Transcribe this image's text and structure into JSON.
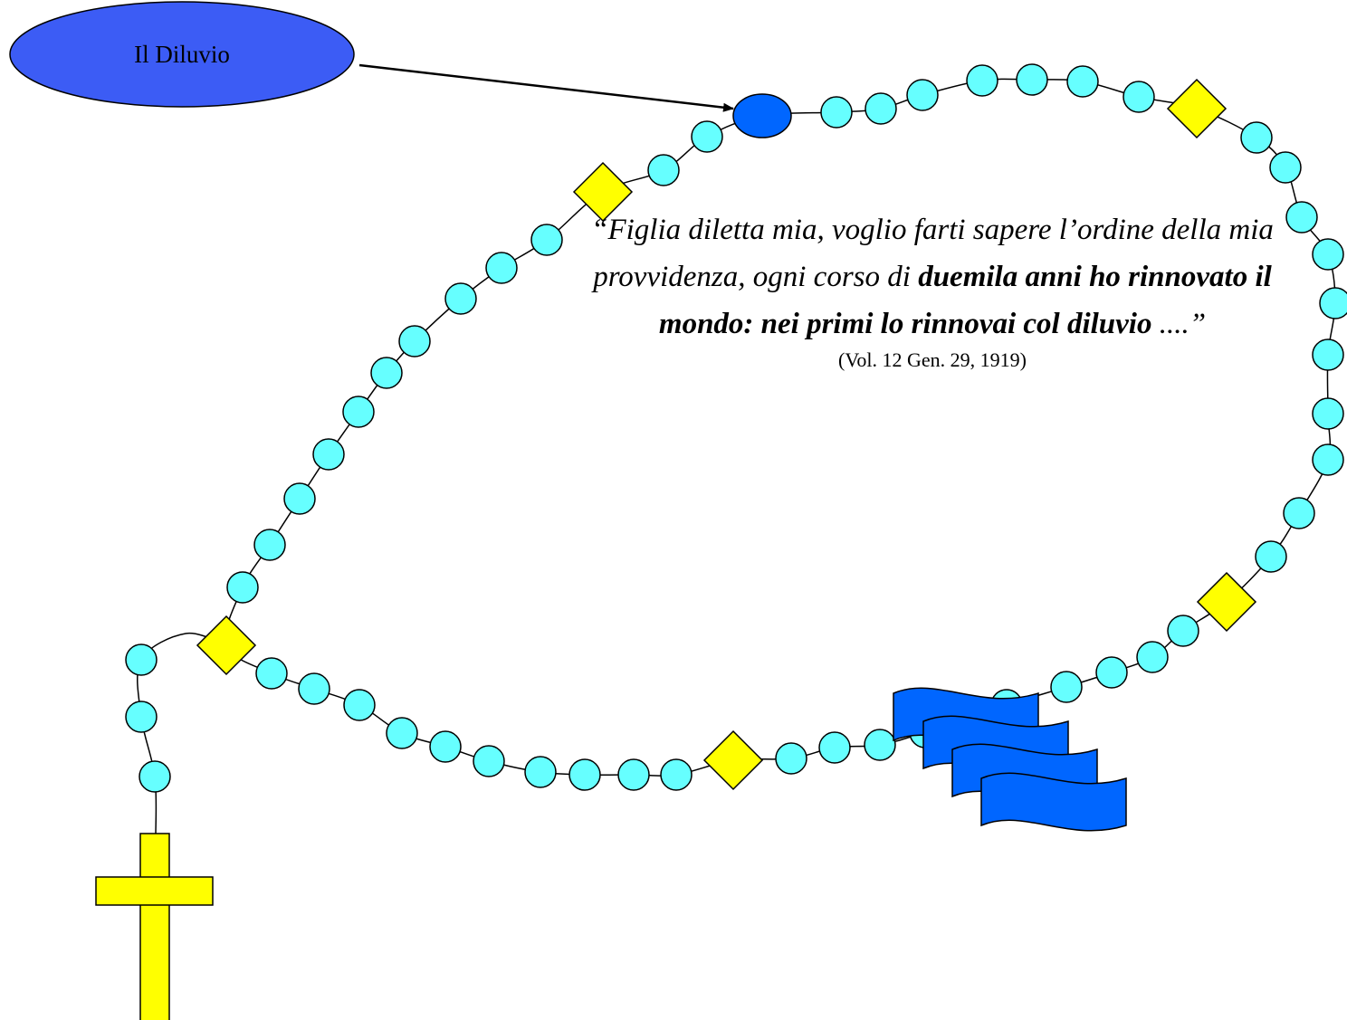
{
  "label": {
    "text": "Il Diluvio",
    "fill": "#3c5cf5"
  },
  "quote": {
    "part1": "“Figlia diletta mia, voglio farti sapere l’ordine della mia provvidenza, ogni corso di ",
    "bold": "duemila anni ho rinnovato il mondo:  nei primi lo rinnovai col diluvio",
    "part2": " ....”",
    "citation": "(Vol. 12  Gen. 29, 1919)"
  },
  "colors": {
    "bead": "#66ffff",
    "marker": "#ffff00",
    "highlight_bead": "#0066ff",
    "waves": "#0066ff",
    "cross": "#ffff00"
  },
  "icons": {
    "cross": "cross-icon",
    "waves": "waves-icon",
    "arrow": "arrow-icon"
  }
}
